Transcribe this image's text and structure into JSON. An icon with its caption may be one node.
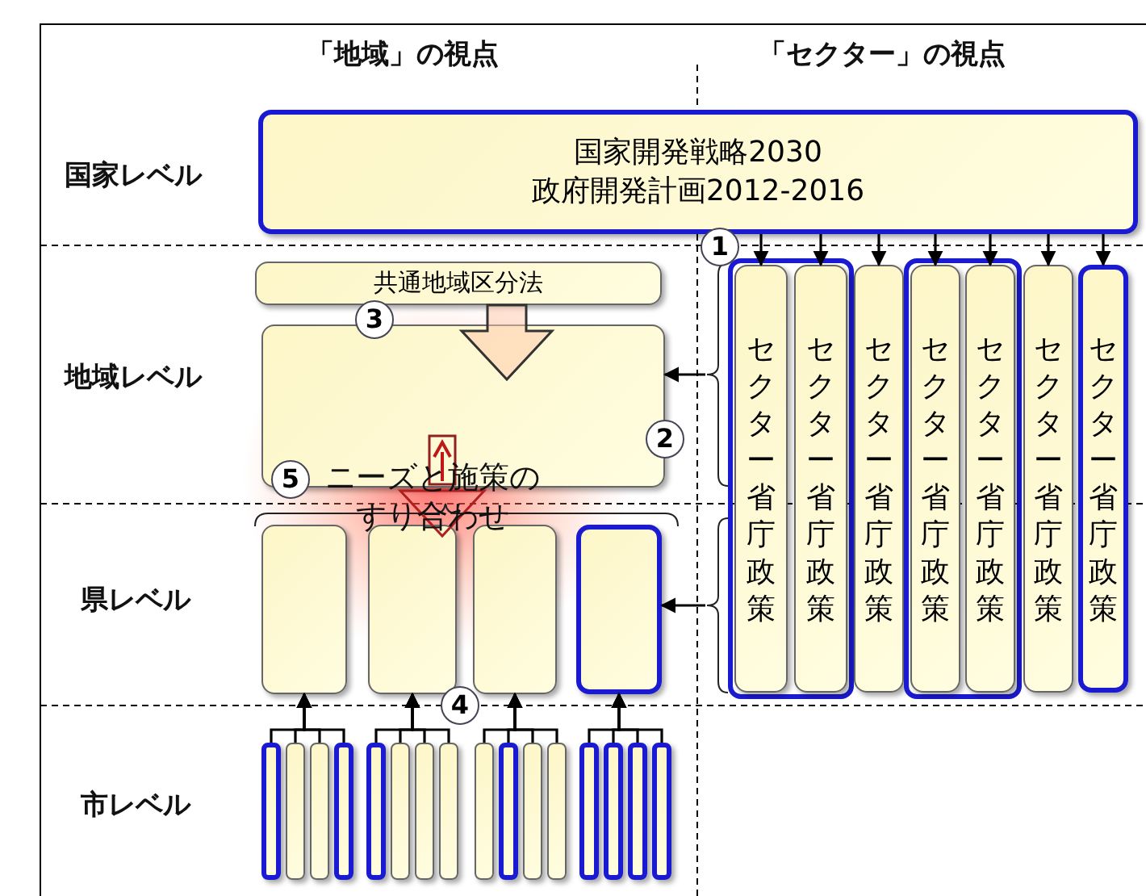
{
  "diagram": {
    "nodes": [
      {
        "text": [
          "国家開発戦略2030",
          "政府開発計画2012-2016"
        ]
      },
      {
        "text": [
          "共通地域区分法"
        ]
      },
      {
        "text": [],
        "shape": "box"
      },
      {
        "text": [],
        "shape": "box"
      },
      {
        "text": [],
        "shape": "box"
      },
      {
        "text": [],
        "shape": "box"
      },
      {
        "text": [],
        "shape": "box"
      },
      {
        "text": [],
        "shape": "box"
      },
      {
        "text": [
          "セクター省庁政策"
        ],
        "in": 7
      },
      {
        "text": [
          "セクター省庁政策"
        ],
        "in": 7
      },
      {
        "text": [
          "セクター省庁政策"
        ]
      },
      {
        "text": [],
        "shape": "box"
      },
      {
        "text": [
          "セクター省庁政策"
        ],
        "in": 11
      },
      {
        "text": [
          "セクター省庁政策"
        ],
        "in": 11
      },
      {
        "text": [
          "セクター省庁政策"
        ]
      },
      {
        "text": [
          "セクター省庁政策"
        ]
      },
      {
        "text": [],
        "shape": "bar"
      },
      {
        "text": [],
        "shape": "bar"
      },
      {
        "text": [],
        "shape": "bar"
      },
      {
        "text": [],
        "shape": "bar"
      },
      {
        "text": [],
        "shape": "bar"
      },
      {
        "text": [],
        "shape": "bar"
      },
      {
        "text": [],
        "shape": "bar"
      },
      {
        "text": [],
        "shape": "bar"
      },
      {
        "text": [],
        "shape": "bar"
      },
      {
        "text": [],
        "shape": "bar"
      },
      {
        "text": [],
        "shape": "bar"
      },
      {
        "text": [],
        "shape": "bar"
      },
      {
        "text": [],
        "shape": "bar"
      },
      {
        "text": [],
        "shape": "bar"
      },
      {
        "text": [],
        "shape": "bar"
      },
      {
        "text": [],
        "shape": "bar"
      },
      {
        "text": [],
        "shape": "bracket"
      },
      {
        "text": [],
        "shape": "bracket"
      }
    ],
    "edges": [
      {
        "from": 0,
        "to": 8,
        "arrow": "to"
      },
      {
        "from": 0,
        "to": 9,
        "arrow": "to"
      },
      {
        "from": 0,
        "to": 10,
        "arrow": "to"
      },
      {
        "from": 0,
        "to": 12,
        "arrow": "to"
      },
      {
        "from": 0,
        "to": 13,
        "arrow": "to"
      },
      {
        "from": 0,
        "to": 14,
        "arrow": "to"
      },
      {
        "from": 0,
        "to": 15,
        "arrow": "to"
      },
      {
        "from": 32,
        "to": 2,
        "arrow": "to"
      },
      {
        "from": 33,
        "to": 6,
        "arrow": "to"
      },
      {
        "from": 1,
        "to": 2,
        "arrow": "to",
        "style": "thick"
      },
      {
        "from": 16,
        "to": 3,
        "arrow": "to"
      },
      {
        "from": 17,
        "to": 3,
        "arrow": "to"
      },
      {
        "from": 18,
        "to": 3,
        "arrow": "to"
      },
      {
        "from": 19,
        "to": 3,
        "arrow": "to"
      },
      {
        "from": 20,
        "to": 4,
        "arrow": "to"
      },
      {
        "from": 21,
        "to": 4,
        "arrow": "to"
      },
      {
        "from": 22,
        "to": 4,
        "arrow": "to"
      },
      {
        "from": 23,
        "to": 4,
        "arrow": "to"
      },
      {
        "from": 24,
        "to": 5,
        "arrow": "to"
      },
      {
        "from": 25,
        "to": 5,
        "arrow": "to"
      },
      {
        "from": 26,
        "to": 5,
        "arrow": "to"
      },
      {
        "from": 27,
        "to": 5,
        "arrow": "to"
      },
      {
        "from": 28,
        "to": 6,
        "arrow": "to"
      },
      {
        "from": 29,
        "to": 6,
        "arrow": "to"
      },
      {
        "from": 30,
        "to": 6,
        "arrow": "to"
      },
      {
        "from": 31,
        "to": 6,
        "arrow": "to"
      }
    ],
    "labels": [
      "「地域」の視点",
      "「セクター」の視点",
      "国家レベル",
      "1",
      "地域レベル",
      "3",
      "2",
      "5",
      "ニーズと施策のすり合わせ",
      "県レベル",
      "4",
      "市レベル"
    ]
  }
}
